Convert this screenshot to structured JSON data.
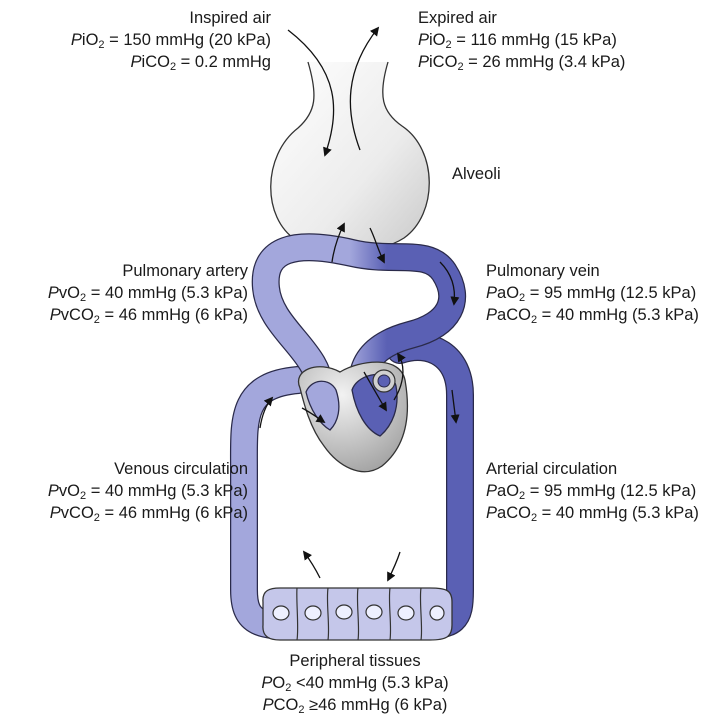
{
  "inspired": {
    "title": "Inspired air",
    "line1": {
      "p": "P",
      "pre": "iO",
      "sub": "2",
      "post": " = 150 mmHg (20 kPa)"
    },
    "line2": {
      "p": "P",
      "pre": "iCO",
      "sub": "2",
      "post": " = 0.2 mmHg"
    }
  },
  "expired": {
    "title": "Expired air",
    "line1": {
      "p": "P",
      "pre": "iO",
      "sub": "2",
      "post": " = 116 mmHg (15 kPa)"
    },
    "line2": {
      "p": "P",
      "pre": "iCO",
      "sub": "2",
      "post": " = 26 mmHg (3.4 kPa)"
    }
  },
  "alveoli": {
    "title": "Alveoli"
  },
  "pulmonary_artery": {
    "title": "Pulmonary artery",
    "line1": {
      "p": "P",
      "pre": "vO",
      "sub": "2",
      "post": " = 40 mmHg (5.3 kPa)"
    },
    "line2": {
      "p": "P",
      "pre": "vCO",
      "sub": "2",
      "post": " = 46 mmHg (6 kPa)"
    }
  },
  "pulmonary_vein": {
    "title": "Pulmonary vein",
    "line1": {
      "p": "P",
      "pre": "aO",
      "sub": "2",
      "post": " = 95 mmHg (12.5 kPa)"
    },
    "line2": {
      "p": "P",
      "pre": "aCO",
      "sub": "2",
      "post": " = 40 mmHg (5.3 kPa)"
    }
  },
  "venous": {
    "title": "Venous circulation",
    "line1": {
      "p": "P",
      "pre": "vO",
      "sub": "2",
      "post": " = 40 mmHg (5.3 kPa)"
    },
    "line2": {
      "p": "P",
      "pre": "vCO",
      "sub": "2",
      "post": " = 46 mmHg (6 kPa)"
    }
  },
  "arterial": {
    "title": "Arterial circulation",
    "line1": {
      "p": "P",
      "pre": "aO",
      "sub": "2",
      "post": " = 95 mmHg (12.5 kPa)"
    },
    "line2": {
      "p": "P",
      "pre": "aCO",
      "sub": "2",
      "post": " = 40 mmHg (5.3 kPa)"
    }
  },
  "peripheral": {
    "title": "Peripheral tissues",
    "line1": {
      "p": "P",
      "pre": "O",
      "sub": "2",
      "post": " <40 mmHg (5.3 kPa)"
    },
    "line2": {
      "p": "P",
      "pre": "CO",
      "sub": "2",
      "post": " ≥46 mmHg (6 kPa)"
    }
  },
  "colors": {
    "venous_blood": "#a3a7dc",
    "arterial_blood": "#5a60b4",
    "vessel_outline": "#2a2a4a",
    "alveolus_fill": "#ececec",
    "heart_fill": "#d8d8d8",
    "cell_fill": "#c5c7ea"
  }
}
